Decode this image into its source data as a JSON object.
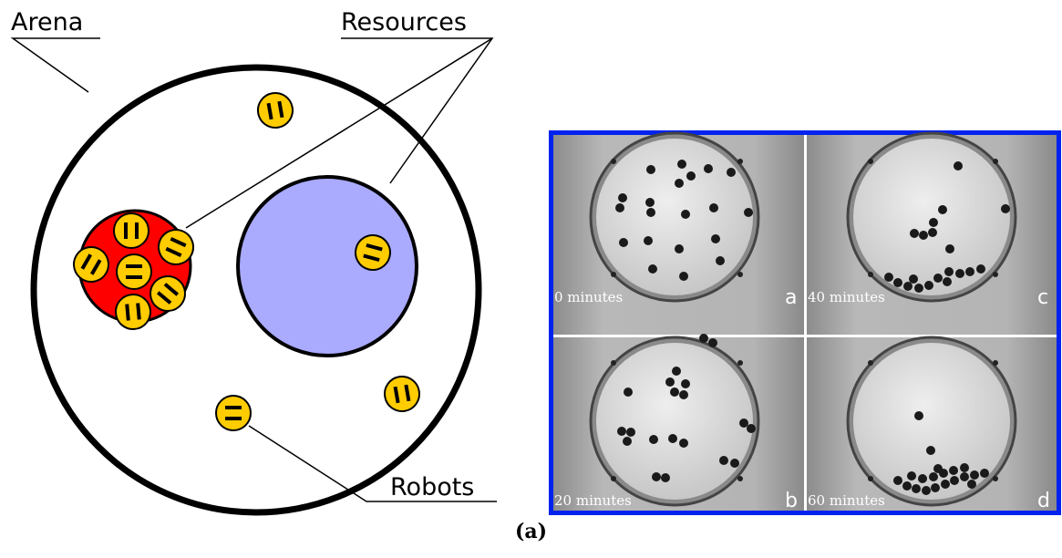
{
  "labels": {
    "arena": "Arena",
    "resources": "Resources",
    "robots": "Robots"
  },
  "colors": {
    "resource_red": "#ff0000",
    "resource_blue": "#aaaaff",
    "robot_yellow": "#ffcc00",
    "photo_frame": "#0022ee"
  },
  "panels": [
    {
      "letter": "a",
      "time": "0 minutes"
    },
    {
      "letter": "c",
      "time": "40 minutes"
    },
    {
      "letter": "b",
      "time": "20 minutes"
    },
    {
      "letter": "d",
      "time": "60 minutes"
    }
  ],
  "caption": "(a)"
}
